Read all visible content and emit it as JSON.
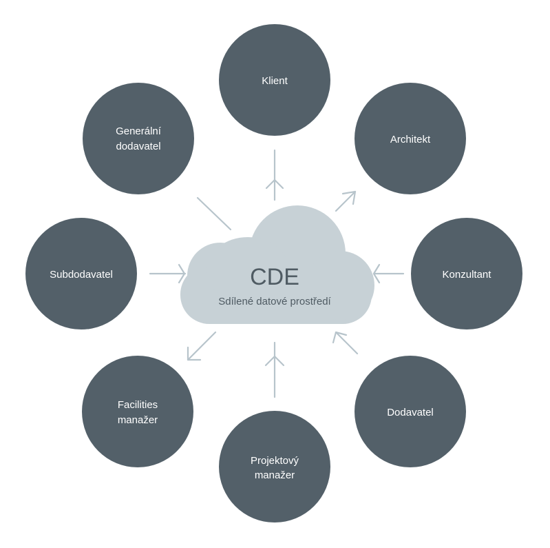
{
  "center": {
    "title": "CDE",
    "subtitle": "Sdílené datové prostředí"
  },
  "nodes": [
    {
      "id": "klient",
      "lines": [
        "Klient"
      ]
    },
    {
      "id": "architekt",
      "lines": [
        "Architekt"
      ]
    },
    {
      "id": "konzultant",
      "lines": [
        "Konzultant"
      ]
    },
    {
      "id": "dodavatel",
      "lines": [
        "Dodavatel"
      ]
    },
    {
      "id": "projektovy-manazer",
      "lines": [
        "Projektový",
        "manažer"
      ]
    },
    {
      "id": "facilities-manazer",
      "lines": [
        "Facilities",
        "manažer"
      ]
    },
    {
      "id": "subdodavatel",
      "lines": [
        "Subdodavatel"
      ]
    },
    {
      "id": "generalni-dodavatel",
      "lines": [
        "Generální",
        "dodavatel"
      ]
    }
  ],
  "colors": {
    "node_fill": "#536069",
    "node_text": "#ffffff",
    "cloud_fill": "#c7d1d6",
    "cloud_text": "#4f5b63",
    "connector": "#b7c4cb"
  }
}
